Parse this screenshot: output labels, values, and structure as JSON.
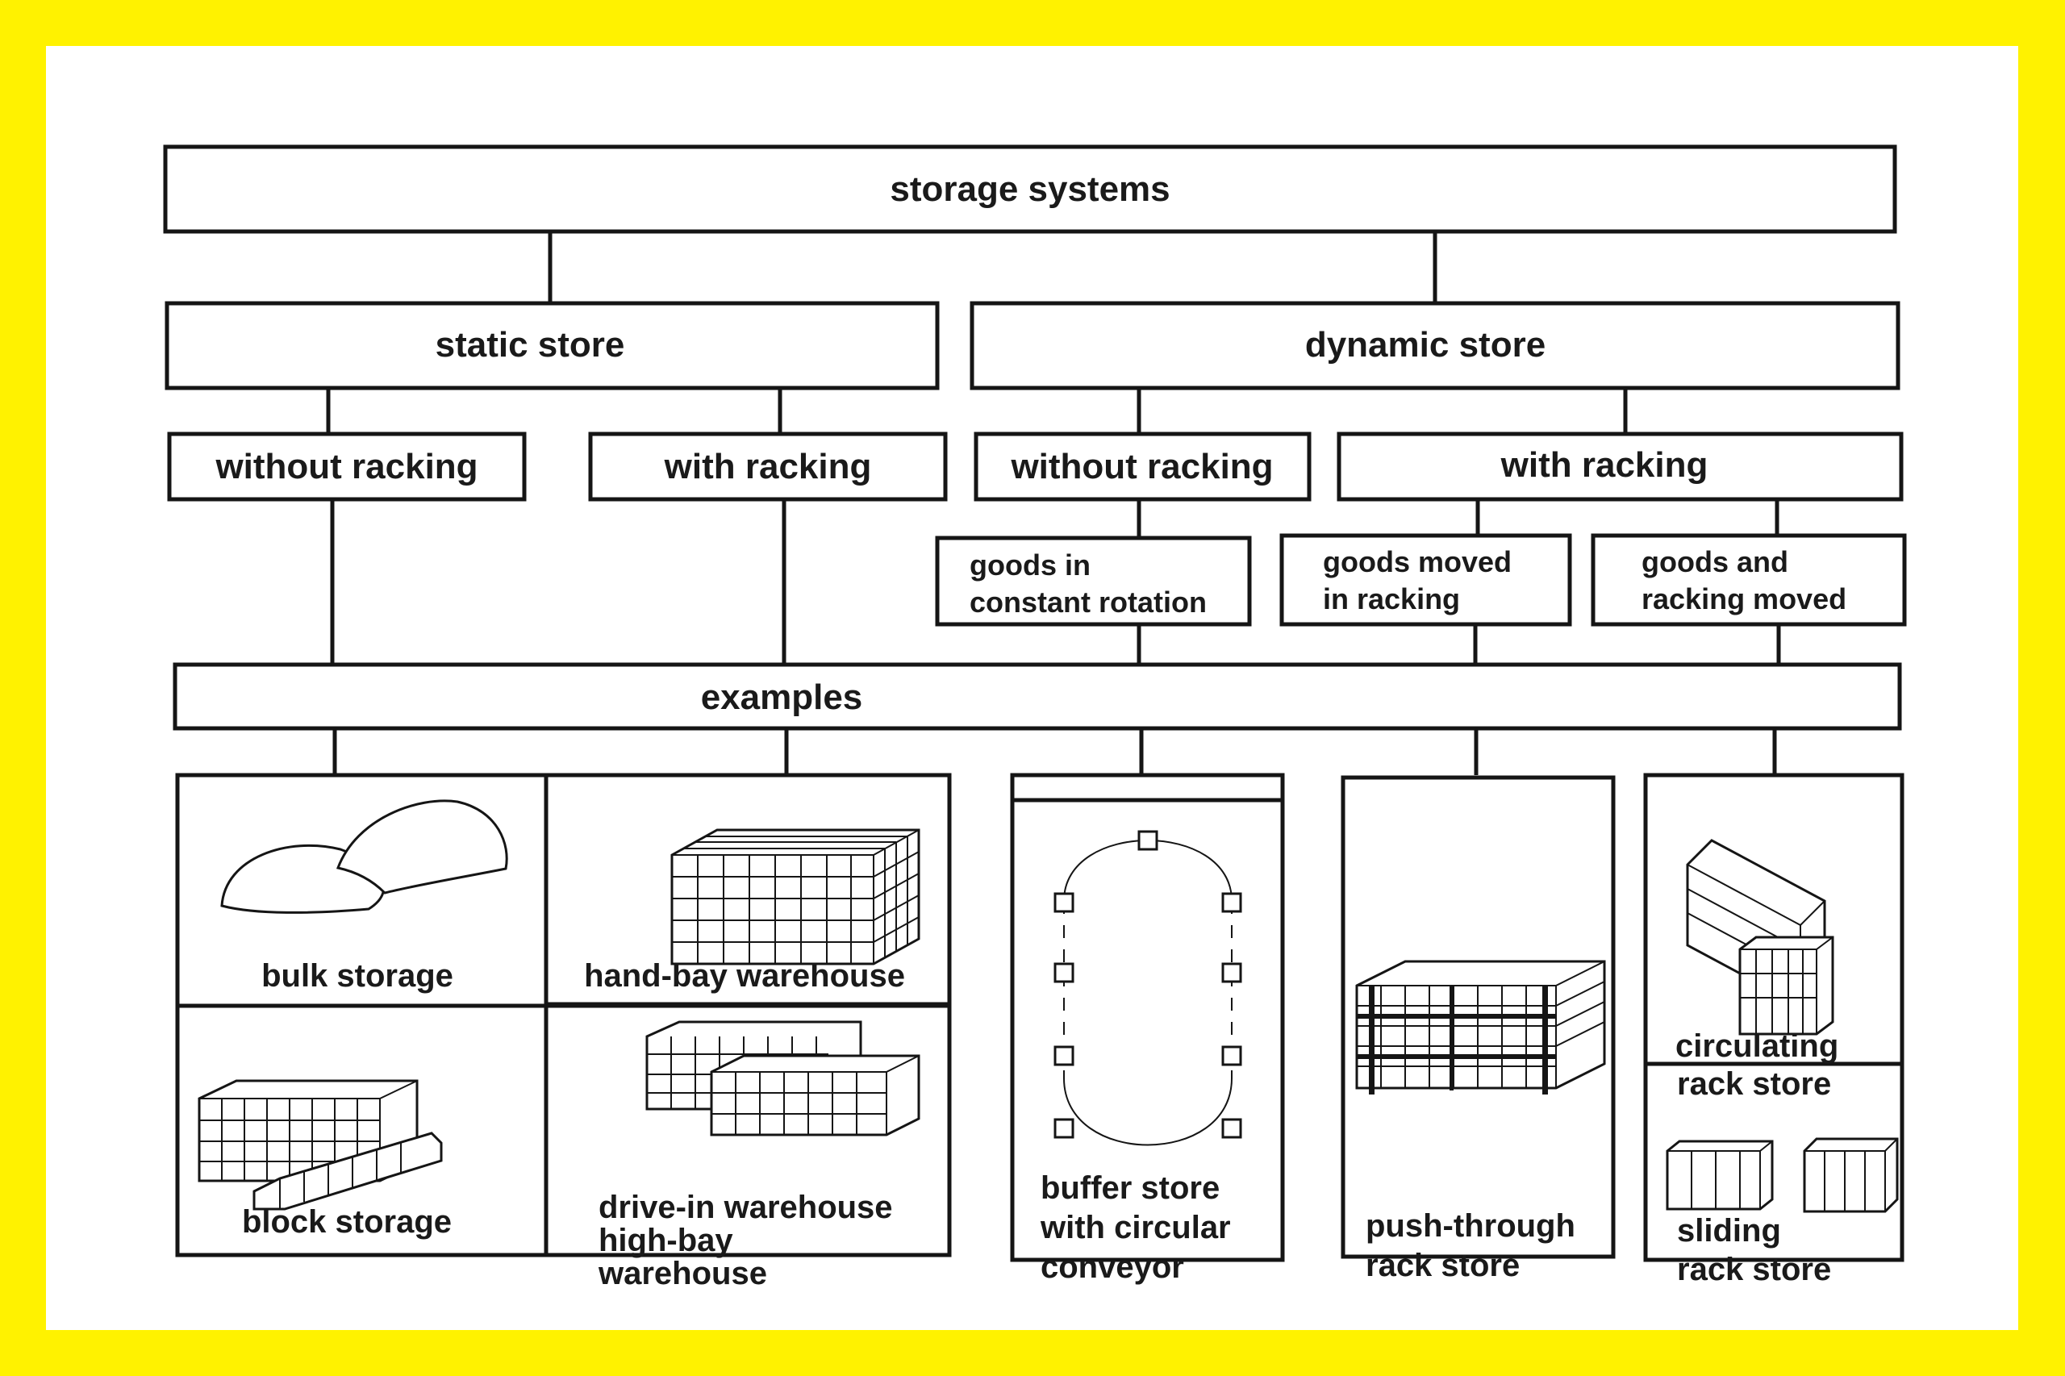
{
  "diagram": {
    "root": "storage systems",
    "level1": {
      "static": "static store",
      "dynamic": "dynamic store"
    },
    "level2": {
      "static_without": "without racking",
      "static_with": "with racking",
      "dynamic_without": "without racking",
      "dynamic_with": "with racking"
    },
    "level3": {
      "rotation_line1": "goods in",
      "rotation_line2": "constant rotation",
      "moved_line1": "goods moved",
      "moved_line2": "in racking",
      "racking_moved_line1": "goods and",
      "racking_moved_line2": "racking moved"
    },
    "examples_header": "examples",
    "examples": {
      "bulk": "bulk storage",
      "hand_bay": "hand-bay warehouse",
      "block": "block storage",
      "drive_in_line1": "drive-in warehouse",
      "drive_in_line2": "high-bay",
      "drive_in_line3": "warehouse",
      "buffer_line1": "buffer store",
      "buffer_line2": "with circular",
      "buffer_line3": "conveyor",
      "push_line1": "push-through",
      "push_line2": "rack store",
      "circulating_line1": "circulating",
      "circulating_line2": "rack store",
      "sliding_line1": "sliding",
      "sliding_line2": "rack store"
    }
  },
  "colors": {
    "frame": "#FFF200",
    "background": "#FFFFFF",
    "ink": "#151515"
  }
}
